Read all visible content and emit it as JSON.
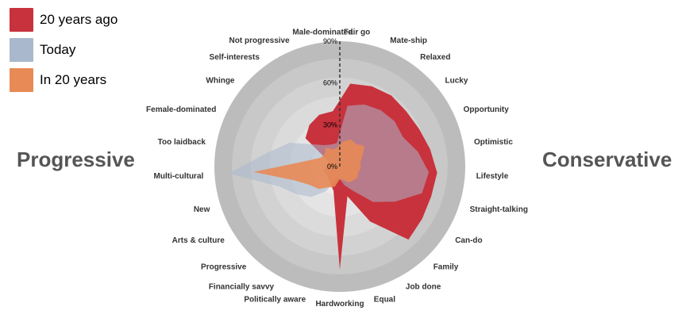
{
  "chart_data": {
    "type": "radar",
    "categories": [
      "Fair go",
      "Mate-ship",
      "Relaxed",
      "Lucky",
      "Opportunity",
      "Optimistic",
      "Lifestyle",
      "Straight-talking",
      "Can-do",
      "Family",
      "Job done",
      "Equal",
      "Hardworking",
      "Politically aware",
      "Financially savvy",
      "Progressive",
      "Arts & culture",
      "New",
      "Multi-cultural",
      "Too laidback",
      "Female-dominated",
      "Whinge",
      "Self-interests",
      "Not progressive",
      "Male-dominated"
    ],
    "series": [
      {
        "name": "20 years ago",
        "color": "#C8323C",
        "values": [
          60,
          62,
          63,
          62,
          63,
          66,
          70,
          69,
          70,
          72,
          45,
          22,
          74,
          18,
          14,
          12,
          11,
          12,
          10,
          9,
          9,
          32,
          37,
          40,
          40
        ]
      },
      {
        "name": "Today",
        "color": "#A9B8CC",
        "values": [
          44,
          48,
          50,
          51,
          50,
          57,
          64,
          62,
          47,
          35,
          20,
          14,
          9,
          8,
          20,
          30,
          37,
          46,
          80,
          53,
          40,
          25,
          19,
          17,
          17
        ]
      },
      {
        "name": "In 20 years",
        "color": "#E88A55",
        "values": [
          18,
          21,
          20,
          23,
          18,
          15,
          15,
          14,
          15,
          14,
          13,
          10,
          9,
          15,
          17,
          22,
          25,
          33,
          62,
          23,
          15,
          14,
          17,
          13,
          14
        ]
      }
    ],
    "radial_ticks": [
      "0%",
      "30%",
      "60%",
      "90%"
    ],
    "rmax": 90,
    "grid": true,
    "legend": "top-left"
  },
  "labels": {
    "left": "Progressive",
    "right": "Conservative"
  }
}
